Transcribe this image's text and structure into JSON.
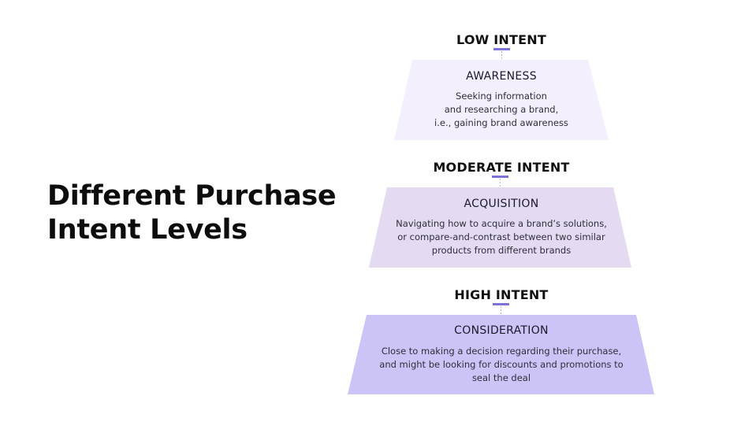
{
  "title": {
    "line1": "Different Purchase",
    "line2": "Intent Levels"
  },
  "levels": [
    {
      "intent": "LOW INTENT",
      "stage": "AWARENESS",
      "description": [
        "Seeking information",
        "and researching a brand,",
        "i.e., gaining brand awareness"
      ],
      "fill": "#f3effd"
    },
    {
      "intent": "MODERATE INTENT",
      "stage": "ACQUISITION",
      "description": [
        "Navigating how to acquire a brand’s solutions,",
        "or compare-and-contrast between two similar",
        "products from different brands"
      ],
      "fill": "#e4daf2"
    },
    {
      "intent": "HIGH INTENT",
      "stage": "CONSIDERATION",
      "description": [
        "Close to making a decision regarding their purchase,",
        "and might be looking for discounts and promotions to",
        "seal the deal"
      ],
      "fill": "#ccc4f7"
    }
  ],
  "colors": {
    "accent": "#7b74d6",
    "connector": "#b9b4de"
  }
}
